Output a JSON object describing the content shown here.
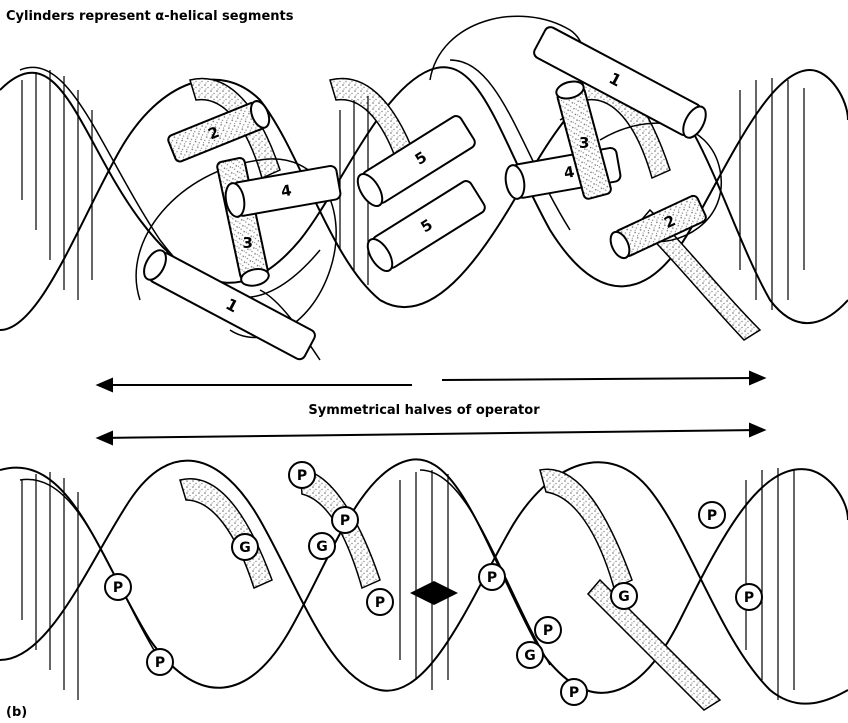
{
  "caption": "Cylinders represent α-helical segments",
  "operator_label": "Symmetrical halves of operator",
  "panel_label": "(b)",
  "helix_labels": [
    "1",
    "2",
    "3",
    "4",
    "5",
    "5",
    "4",
    "3",
    "2",
    "1"
  ],
  "contacts": [
    {
      "label": "P"
    },
    {
      "label": "P"
    },
    {
      "label": "G"
    },
    {
      "label": "P"
    },
    {
      "label": "G"
    },
    {
      "label": "P"
    },
    {
      "label": "P"
    },
    {
      "label": "P"
    },
    {
      "label": "G"
    },
    {
      "label": "P"
    },
    {
      "label": "P"
    },
    {
      "label": "G"
    },
    {
      "label": "P"
    },
    {
      "label": "P"
    }
  ],
  "colors": {
    "ink": "#000000",
    "stipple": "#9a9a9a",
    "paper": "#ffffff"
  }
}
